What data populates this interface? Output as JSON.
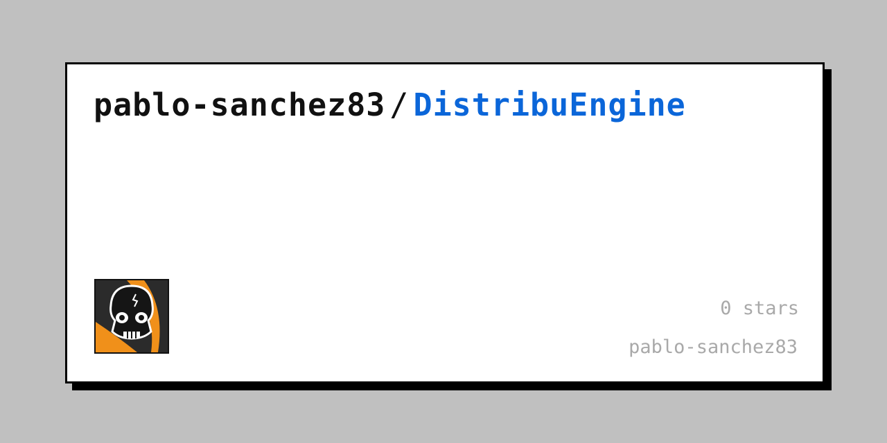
{
  "repo_card": {
    "owner": "pablo-sanchez83",
    "separator": "/",
    "repo_name": "DistribuEngine",
    "stars_text": "0 stars",
    "owner_footer": "pablo-sanchez83",
    "avatar_icon": "skull-avatar-icon"
  },
  "colors": {
    "background": "#c0c0c0",
    "card": "#ffffff",
    "owner_text": "#111111",
    "repo_text": "#0b66d9",
    "muted_text": "#a9a9a9",
    "avatar_accent": "#f0901a"
  }
}
